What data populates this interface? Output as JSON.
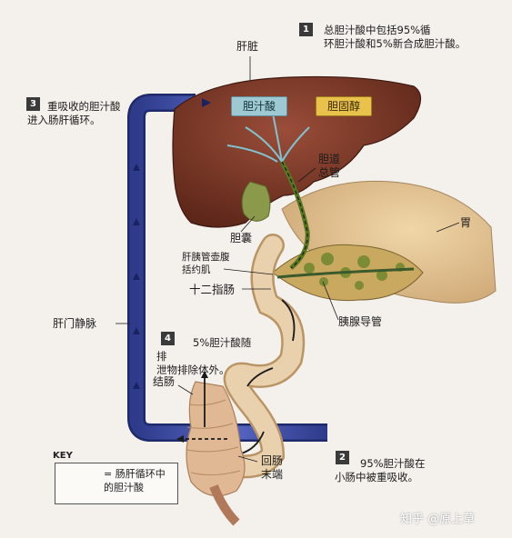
{
  "callouts": [
    {
      "num": "1",
      "text": "总胆汁酸中包括95%循\n环胆汁酸和5%新合成胆汁酸。"
    },
    {
      "num": "2",
      "text": "95%胆汁酸在\n小肠中被重吸收。"
    },
    {
      "num": "3",
      "text": "重吸收的胆汁酸\n进入肠肝循环。"
    },
    {
      "num": "4",
      "text": "5%胆汁酸随排\n泄物排除体外。"
    }
  ],
  "labels": {
    "liver": "肝脏",
    "bile_acid": "胆汁酸",
    "cholesterol": "胆固醇",
    "common_bile_duct": "胆道\n总管",
    "gallbladder": "胆囊",
    "stomach": "胃",
    "sphincter": "肝胰管壶腹\n括约肌",
    "duodenum": "十二指肠",
    "pancreatic_duct": "胰腺导管",
    "portal_vein": "肝门静脉",
    "colon": "结肠",
    "ileum": "回肠\n末端"
  },
  "key": {
    "title": "KEY",
    "text": "= 肠肝循环中\n的胆汁酸"
  },
  "watermark": "知乎 @原上草",
  "colors": {
    "liver": "#7a3a2a",
    "portal_vein": "#3a4aa0",
    "bile_acid_box": "#9ec9d3",
    "cholesterol_box": "#e8c24a",
    "intestine": "#e6c9a3"
  }
}
